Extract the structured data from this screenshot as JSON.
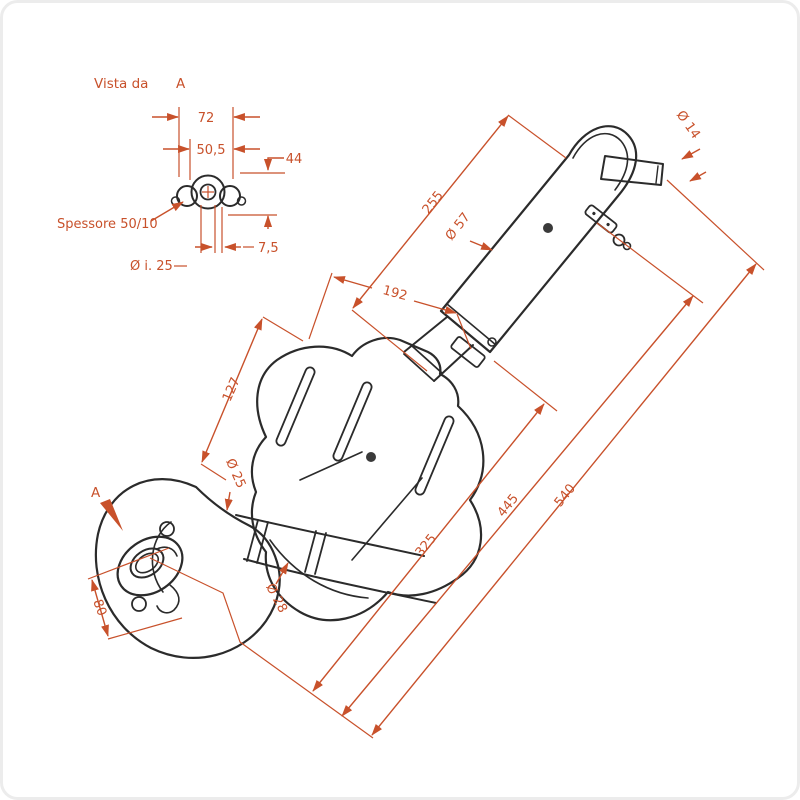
{
  "drawing": {
    "type": "technical-dimension-drawing",
    "subject": "scooter exhaust muffler",
    "colors": {
      "dimension": "#c8512b",
      "outline": "#2b2b2b",
      "background": "#ffffff"
    },
    "labels": {
      "vista": "Vista da",
      "vista_a": "A",
      "d72": "72",
      "d505": "50,5",
      "d44": "44",
      "spessore": "Spessore 50/10",
      "d75": "7,5",
      "di25": "Ø i. 25",
      "d255": "255",
      "d57": "Ø 57",
      "d192": "192",
      "d127": "127",
      "d25": "Ø 25",
      "d28": "Ø 28",
      "d80": "80",
      "d325": "325",
      "d445": "445",
      "d540": "540",
      "d14": "Ø 14",
      "viewA": "A"
    }
  }
}
